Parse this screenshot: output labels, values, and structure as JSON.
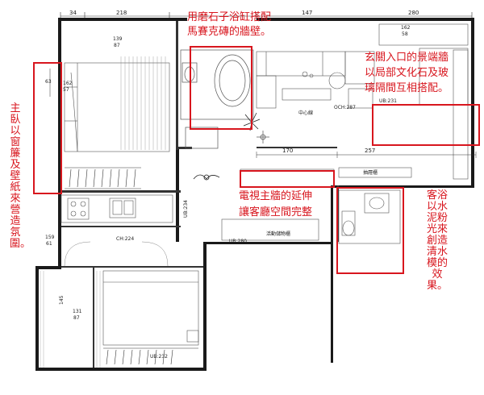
{
  "dimensions": {
    "top": [
      "34",
      "218",
      "147",
      "280"
    ],
    "mid": [
      "170",
      "257"
    ],
    "bed_w": [
      "139",
      "87"
    ],
    "bed_h": [
      "162",
      "57"
    ],
    "left_63": "63",
    "foyer": [
      "162",
      "58"
    ],
    "kitchen_side": [
      "159",
      "61"
    ],
    "lower_room": [
      "131",
      "87"
    ],
    "dim_145": "145"
  },
  "labels": {
    "och287": "OCH:287",
    "center_line": "中心線",
    "ub231": "UB:231",
    "ub234": "UB:234",
    "ub280": "UB:280",
    "ub232": "UB:232",
    "ch224": "CH:224",
    "shoe_cabinet": "抽屜櫃",
    "storage": "活動儲物櫃"
  },
  "annotations": {
    "master_bedroom": "主臥以窗簾及壁紙來營造氛圍。",
    "tub_wall_line1": "用磨石子浴缸搭配",
    "tub_wall_line2": "馬賽克磚的牆壁。",
    "entrance_line1": "玄關入口的景端牆",
    "entrance_line2": "以局部文化石及玻",
    "entrance_line3": "璃隔間互相搭配。",
    "tv_wall_line1": "電視主牆的延伸",
    "tv_wall_line2": "讓客廳空間完整",
    "guest_bath": "客浴以水泥粉光來創造清水模的效果。"
  },
  "colors": {
    "highlight": "#d8161e",
    "wall": "#1a1a1a",
    "line": "#555555",
    "background": "#ffffff"
  }
}
